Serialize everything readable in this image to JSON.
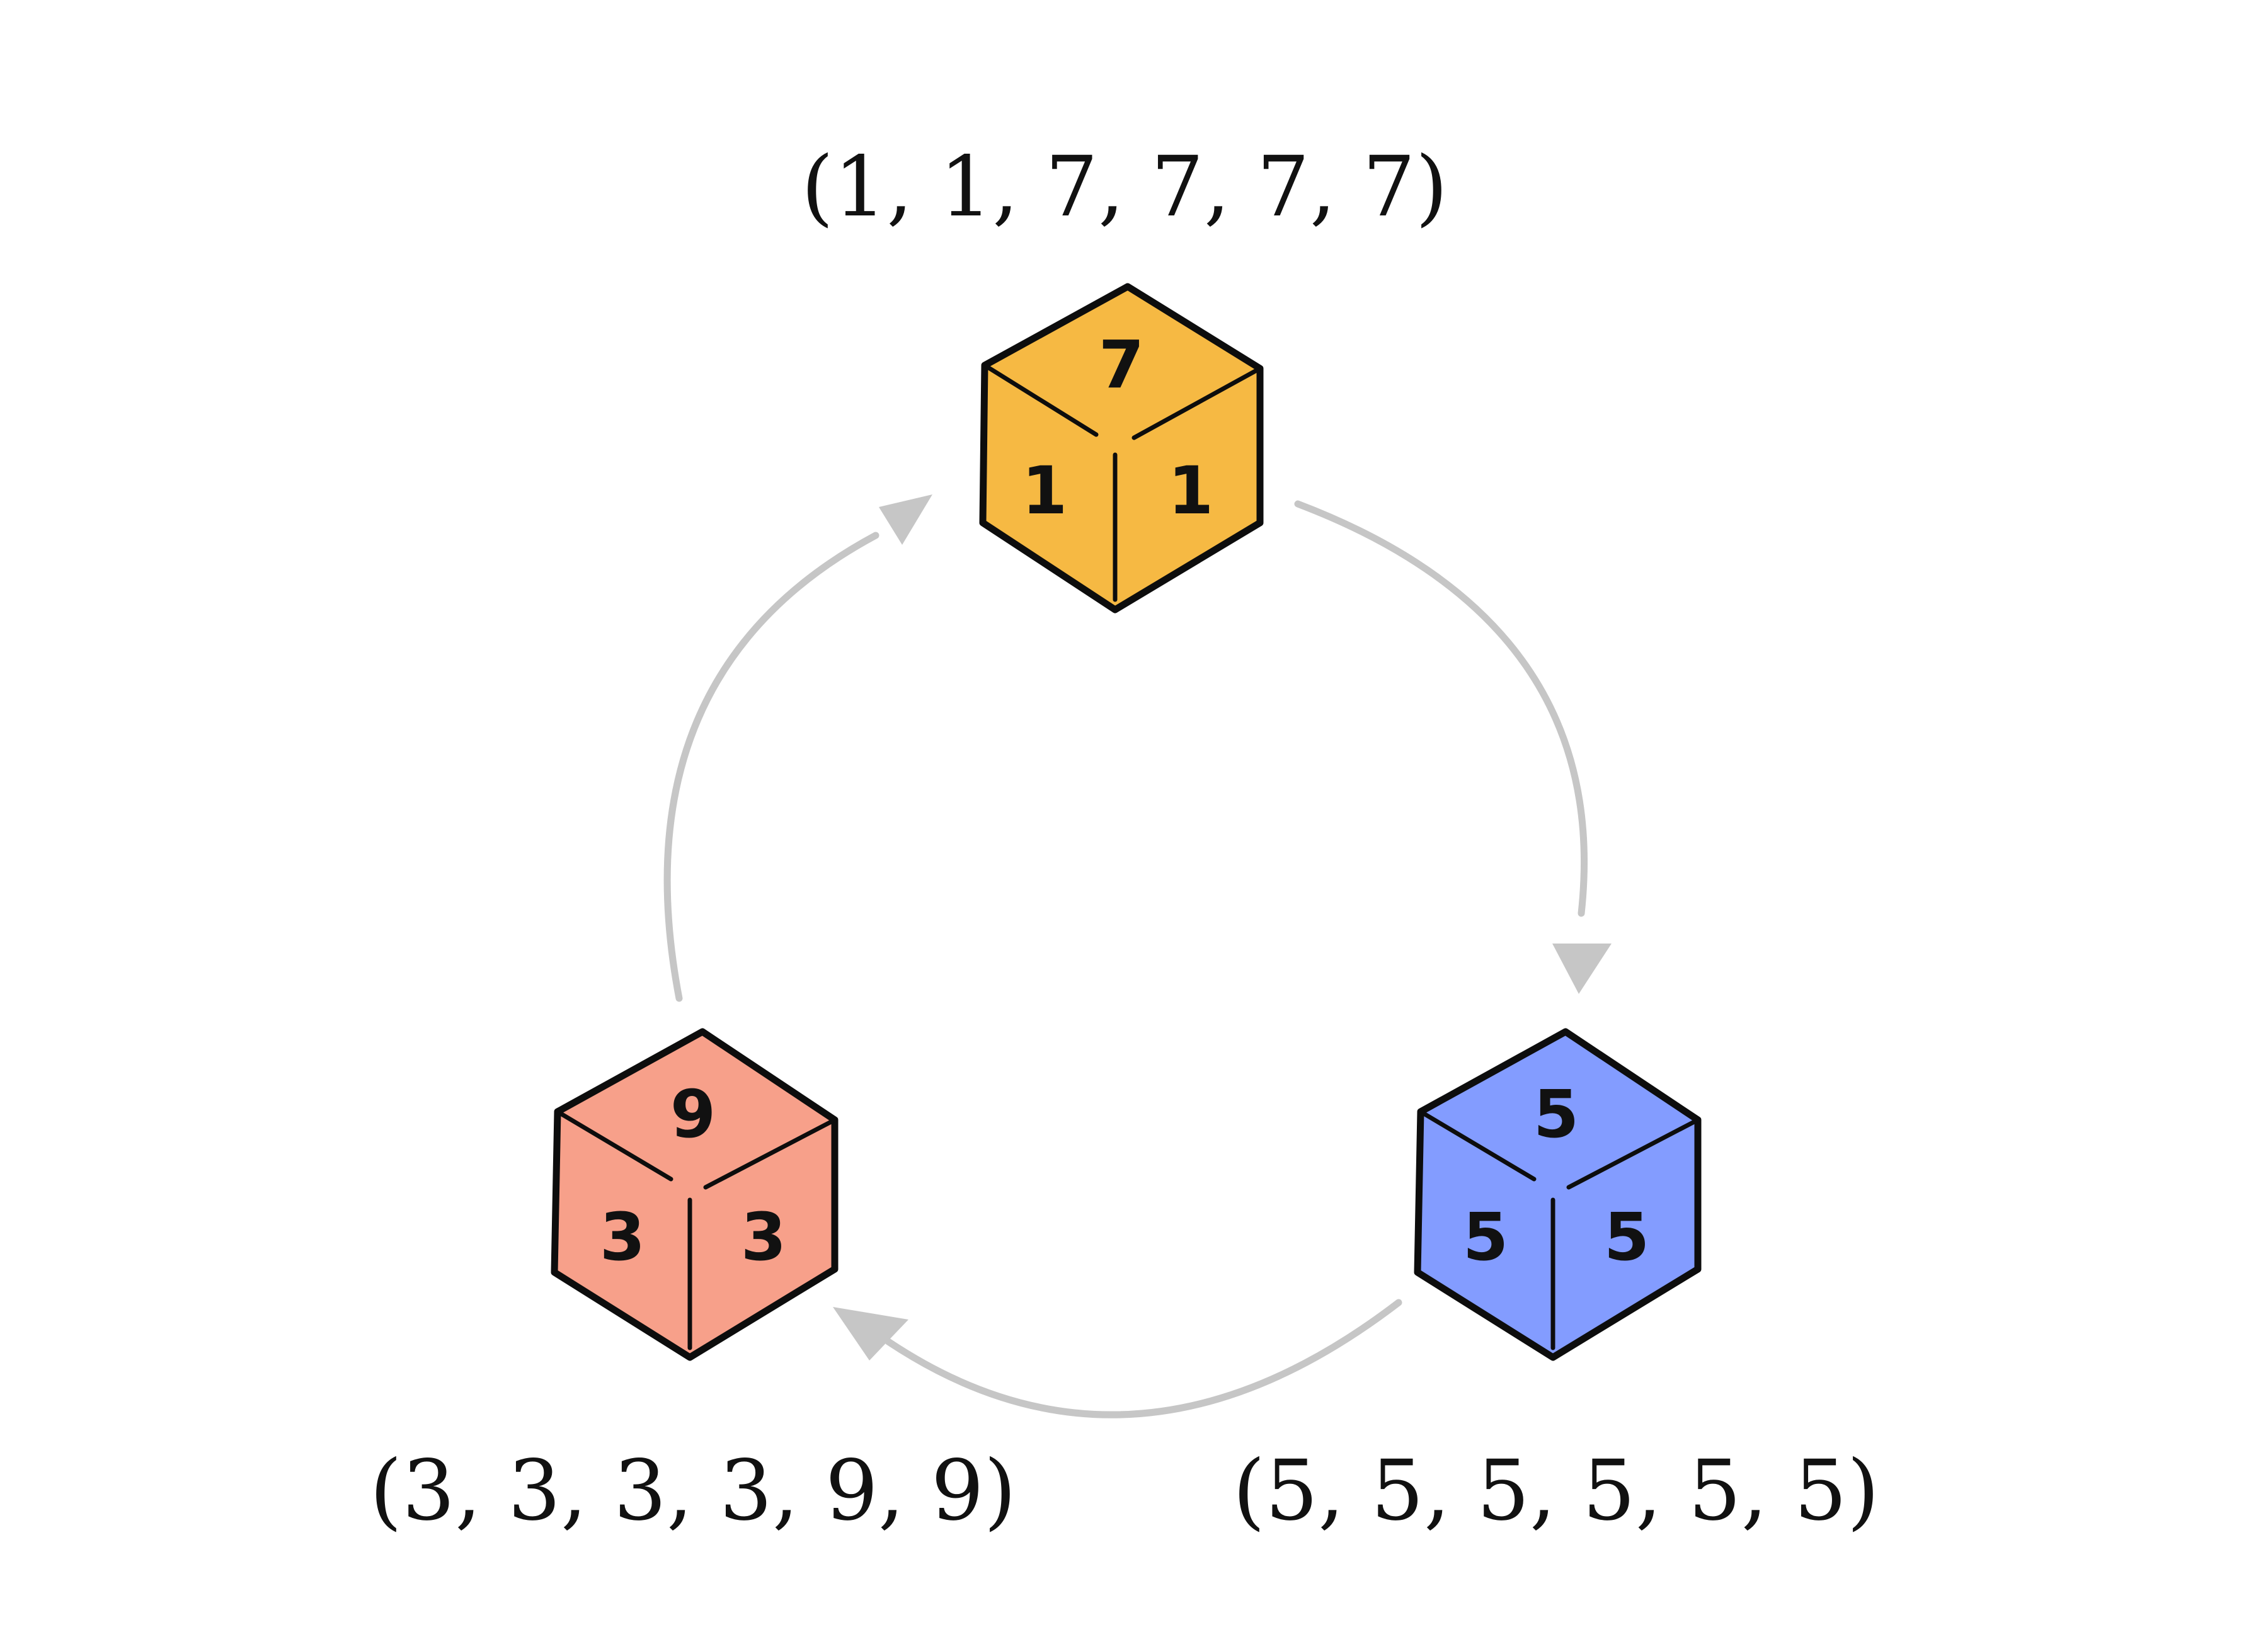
{
  "dice": [
    {
      "id": "orange",
      "color": "#F6B943",
      "faces": [
        "1",
        "1",
        "7",
        "7",
        "7",
        "7"
      ],
      "top_face": "7",
      "left_face": "1",
      "right_face": "1",
      "label": "(1, 1, 7, 7, 7, 7)"
    },
    {
      "id": "blue",
      "color": "#839CFF",
      "faces": [
        "5",
        "5",
        "5",
        "5",
        "5",
        "5"
      ],
      "top_face": "5",
      "left_face": "5",
      "right_face": "5",
      "label": "(5, 5, 5, 5, 5, 5)"
    },
    {
      "id": "red",
      "color": "#F7A08A",
      "faces": [
        "3",
        "3",
        "3",
        "3",
        "9",
        "9"
      ],
      "top_face": "9",
      "left_face": "3",
      "right_face": "3",
      "label": "(3, 3, 3, 3, 9, 9)"
    }
  ],
  "arrows": [
    {
      "from": "orange",
      "to": "blue"
    },
    {
      "from": "blue",
      "to": "red"
    },
    {
      "from": "red",
      "to": "orange"
    }
  ],
  "colors": {
    "arrow": "#C6C6C6",
    "outline": "#0D0D0D",
    "background": "#FFFFFF"
  }
}
